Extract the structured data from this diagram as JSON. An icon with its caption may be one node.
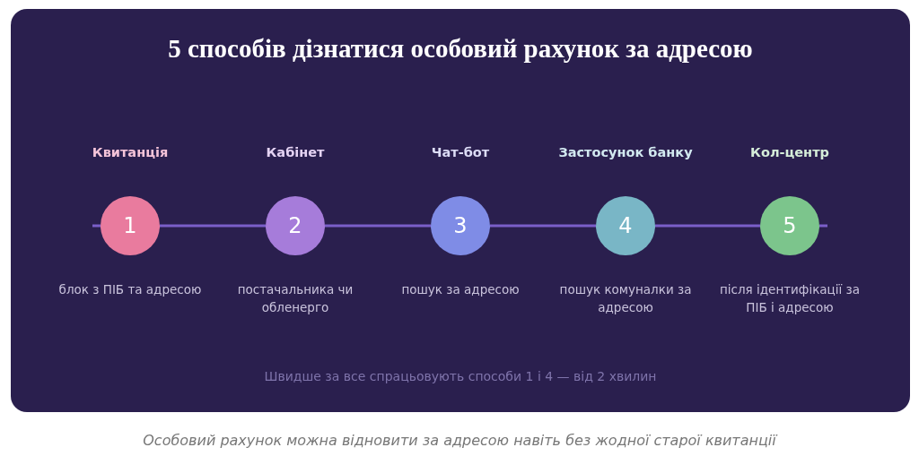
{
  "diagram": {
    "title": "5 способів дізнатися особовий рахунок за адресою",
    "caption": "Особовий рахунок можна відновити за адресою навіть без жодної старої квитанції",
    "nodes": [
      {
        "text": [
          "Квитанція",
          "1"
        ],
        "beside": [
          "блок з ПІБ та адресою"
        ]
      },
      {
        "text": [
          "Кабінет",
          "2"
        ],
        "beside": [
          "постачальника чи обленерго"
        ]
      },
      {
        "text": [
          "Чат-бот",
          "3"
        ],
        "beside": [
          "пошук за адресою"
        ]
      },
      {
        "text": [
          "Застосунок банку",
          "4"
        ],
        "beside": [
          "пошук комуналки за адресою"
        ]
      },
      {
        "text": [
          "Кол-центр",
          "5"
        ],
        "beside": [
          "після ідентифікації за ПІБ і адресою"
        ]
      }
    ],
    "edges": [
      {
        "from": 0,
        "to": 1,
        "arrow": "none"
      },
      {
        "from": 1,
        "to": 2,
        "arrow": "none"
      },
      {
        "from": 2,
        "to": 3,
        "arrow": "none"
      },
      {
        "from": 3,
        "to": 4,
        "arrow": "none"
      }
    ],
    "labels": [
      "Швидше за все спрацьовують способи 1 і 4 — від 2 хвилин"
    ]
  }
}
